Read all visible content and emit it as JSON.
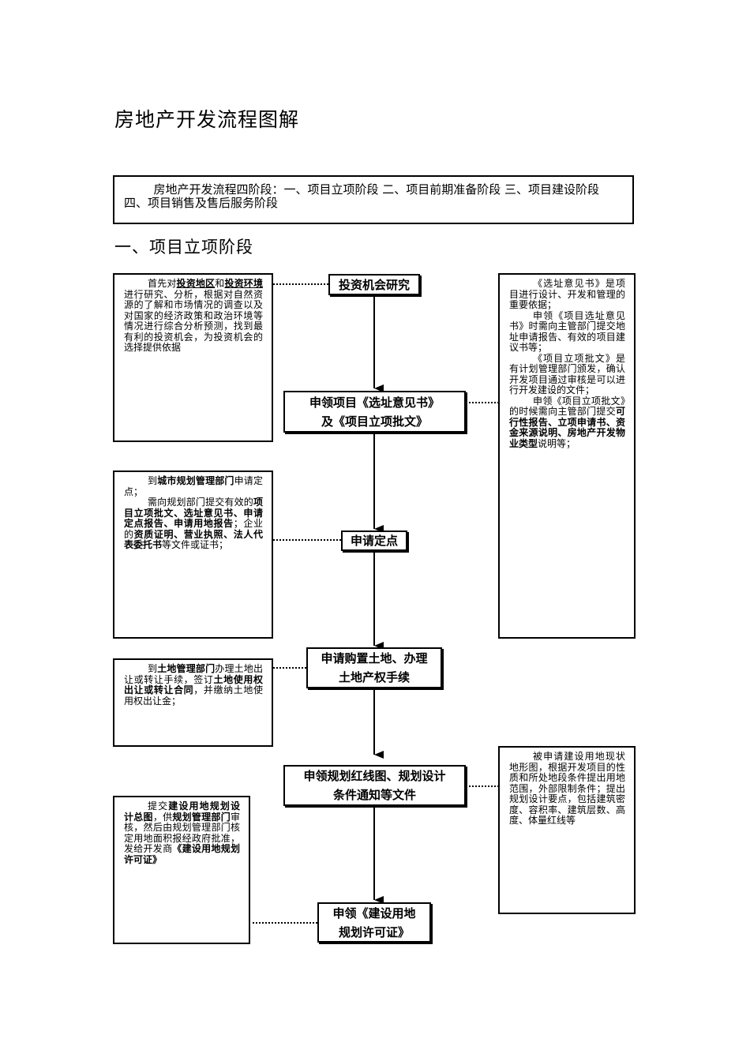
{
  "title": "房地产开发流程图解",
  "intro": "房地产开发流程四阶段：一、项目立项阶段 二、项目前期准备阶段 三、项目建设阶段 四、项目销售及售后服务阶段",
  "section_title": "一、项目立项阶段",
  "steps": [
    {
      "line1": "投资机会研究",
      "line2": ""
    },
    {
      "line1": "申领项目《选址意见书》",
      "line2": "及《项目立项批文》"
    },
    {
      "line1": "申请定点",
      "line2": ""
    },
    {
      "line1": "申请购置土地、办理",
      "line2": "土地产权手续"
    },
    {
      "line1": "申领规划红线图、规划设计",
      "line2": "条件通知等文件"
    },
    {
      "line1": "申领《建设用地",
      "line2": "规划许可证》"
    }
  ],
  "notes": {
    "investment": {
      "t1": "首先对",
      "b1": "投资地区",
      "t2": "和",
      "b2": "投资环境",
      "t3": "进行研究、分析，根据对自然资源的了解和市场情况的调查以及对国家的经济政策和政治环境等情况进行综合分析预测，找到最有利的投资机会，为投资机会的选择提供依据"
    },
    "site": {
      "p1": "《选址意见书》是项目进行设计、开发和管理的重要依据；",
      "p2": "申领《项目选址意见书》时需向主管部门提交地址申请报告、有效的项目建议书等；",
      "p3": "《项目立项批文》是有计划管理部门颁发，确认开发项目通过审核是可以进行开发建设的文件；",
      "p4a": "申领《项目立项批文》的时候需向主管部门提交",
      "p4b": "可行性报告、立项申请书、资金来源说明、房地产开发物业类型",
      "p4c": "说明等；"
    },
    "location": {
      "p1a": "到",
      "p1b": "城市规划管理部门",
      "p1c": "申请定点；",
      "p2a": "需向规划部门提交有效的",
      "p2b": "项目立项批文、选址意见书、申请定点报告、申请用地报告",
      "p2c": "；企业的",
      "p2d": "资质证明、营业执照、法人代表委托书",
      "p2e": "等文件或证书；"
    },
    "land": {
      "a": "到",
      "b": "土地管理部门",
      "c": "办理土地出让或转让手续，签订",
      "d": "土地使用权出让或转让合同",
      "e": "，并缴纳土地使用权出让金；"
    },
    "redline": "被申请建设用地现状地形图，根据开发项目的性质和所处地段条件提出用地范围，外部限制条件；提出规划设计要点，包括建筑密度、容积率、建筑层数、高度、体量红线等",
    "permit": {
      "a": "提交",
      "b": "建设用地规划设计总图",
      "c": "，供",
      "d": "规划管理部门",
      "e": "审核，然后由规划管理部门核定用地面积报经政府批准，发给开发商",
      "f": "《建设用地规划许可证》"
    }
  }
}
